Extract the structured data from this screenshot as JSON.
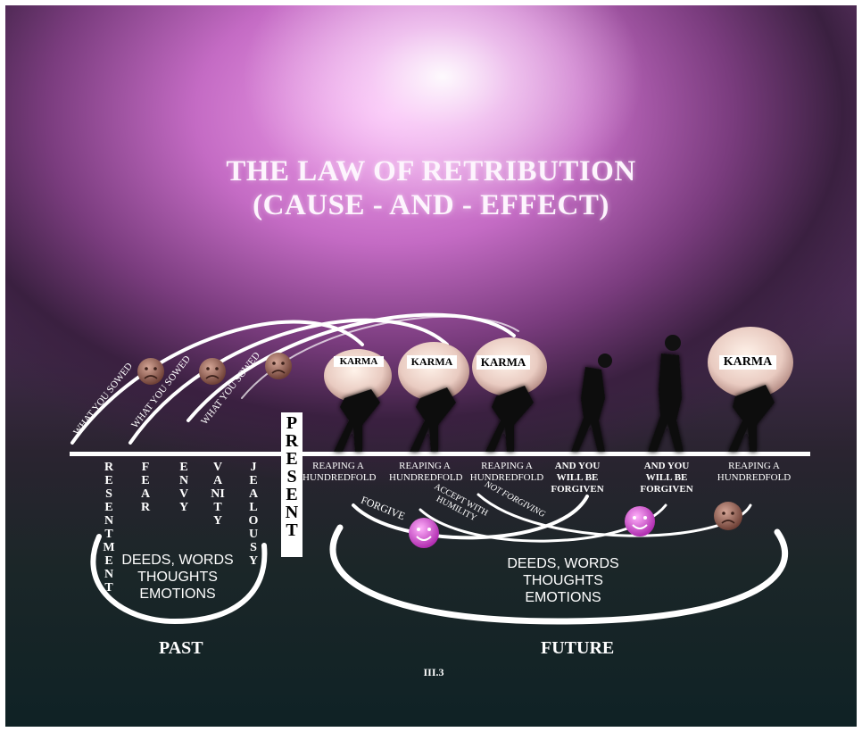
{
  "title_line1": "THE LAW OF RETRIBUTION",
  "title_line2": "(CAUSE - AND - EFFECT)",
  "what_you_sowed": [
    "WHAT YOU SOWED",
    "WHAT YOU SOWED",
    "WHAT YOU SOWED"
  ],
  "vices": [
    "RESENTMENT",
    "FEAR",
    "ENVY",
    "VANITY",
    "JEALOUSY"
  ],
  "present_label": "PRESENT",
  "karma_label": "KARMA",
  "future_labels": [
    {
      "line1": "REAPING A",
      "line2": "HUNDREDFOLD"
    },
    {
      "line1": "REAPING A",
      "line2": "HUNDREDFOLD"
    },
    {
      "line1": "REAPING A",
      "line2": "HUNDREDFOLD"
    },
    {
      "line1": "AND YOU",
      "line2": "WILL BE",
      "line3": "FORGIVEN"
    },
    {
      "line1": "AND YOU",
      "line2": "WILL BE",
      "line3": "FORGIVEN"
    },
    {
      "line1": "REAPING A",
      "line2": "HUNDREDFOLD"
    }
  ],
  "arc_labels": {
    "forgive": "FORGIVE",
    "accept": "ACCEPT WITH HUMILITY",
    "not_forgiving": "NOT FORGIVING"
  },
  "past_deeds": {
    "l1": "DEEDS, WORDS",
    "l2": "THOUGHTS",
    "l3": "EMOTIONS"
  },
  "future_deeds": {
    "l1": "DEEDS, WORDS",
    "l2": "THOUGHTS",
    "l3": "EMOTIONS"
  },
  "past_label": "PAST",
  "future_label": "FUTURE",
  "figure_number": "III.3",
  "colors": {
    "sad_face": "#9b6a5c",
    "happy_face": "#e060d8",
    "line": "#ffffff"
  }
}
